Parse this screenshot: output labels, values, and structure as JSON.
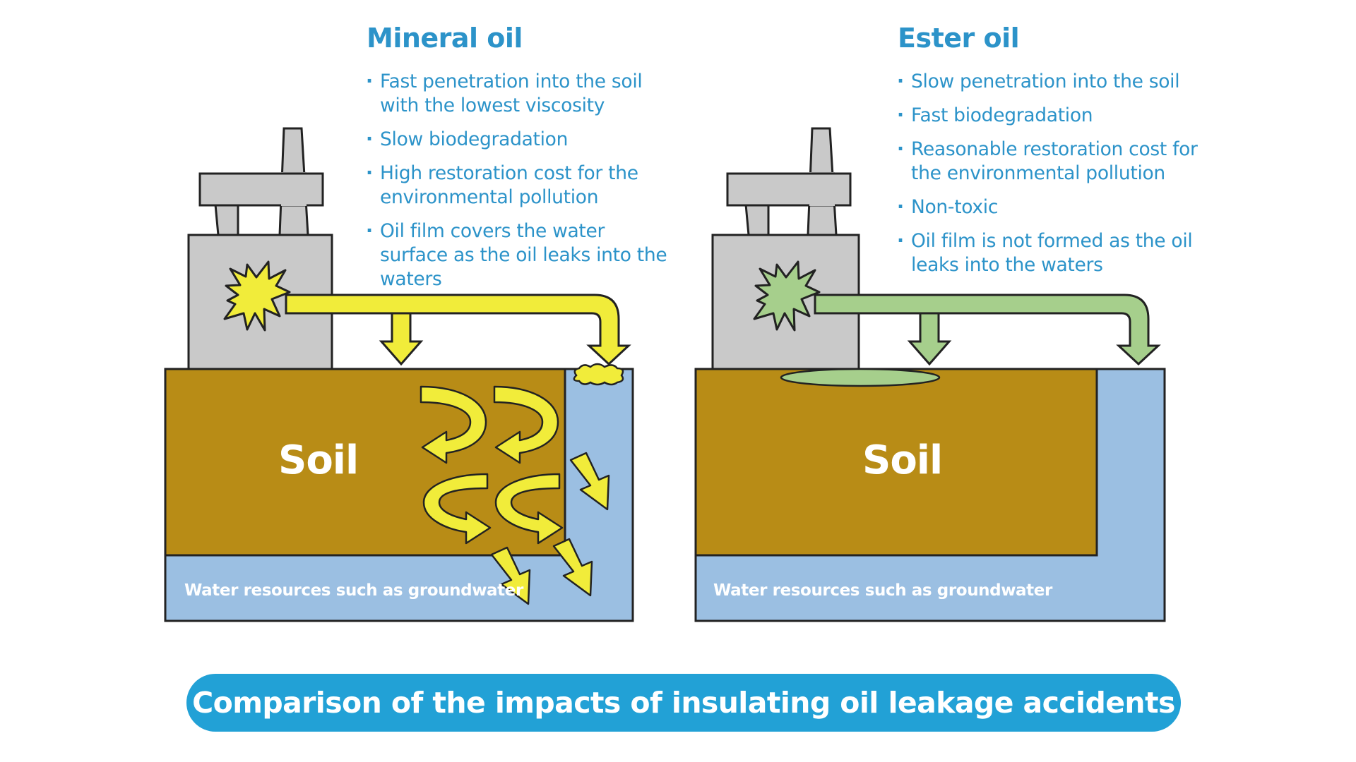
{
  "panels": {
    "mineral": {
      "title": "Mineral oil",
      "bullets": [
        "Fast penetration into the soil with the lowest viscosity",
        "Slow biodegradation",
        "High restoration cost for the environmental pollution",
        "Oil film covers the water surface as the oil leaks into the waters"
      ],
      "soil_label": "Soil",
      "water_label": "Water resources such as groundwater",
      "oil_color": "#f1ec3a"
    },
    "ester": {
      "title": "Ester oil",
      "bullets": [
        "Slow penetration into the soil",
        "Fast biodegradation",
        "Reasonable restoration cost for the environmental pollution",
        "Non-toxic",
        "Oil film is not formed as the oil leaks into the waters"
      ],
      "soil_label": "Soil",
      "water_label": "Water resources such as groundwater",
      "oil_color": "#a6cf8c"
    }
  },
  "footer": {
    "title": "Comparison of the impacts of insulating oil leakage accidents"
  },
  "colors": {
    "accent": "#2c93c9",
    "banner": "#22a1d6",
    "soil": "#b88c16",
    "water": "#9bbfe2",
    "transformer": "#c9c9c9"
  }
}
